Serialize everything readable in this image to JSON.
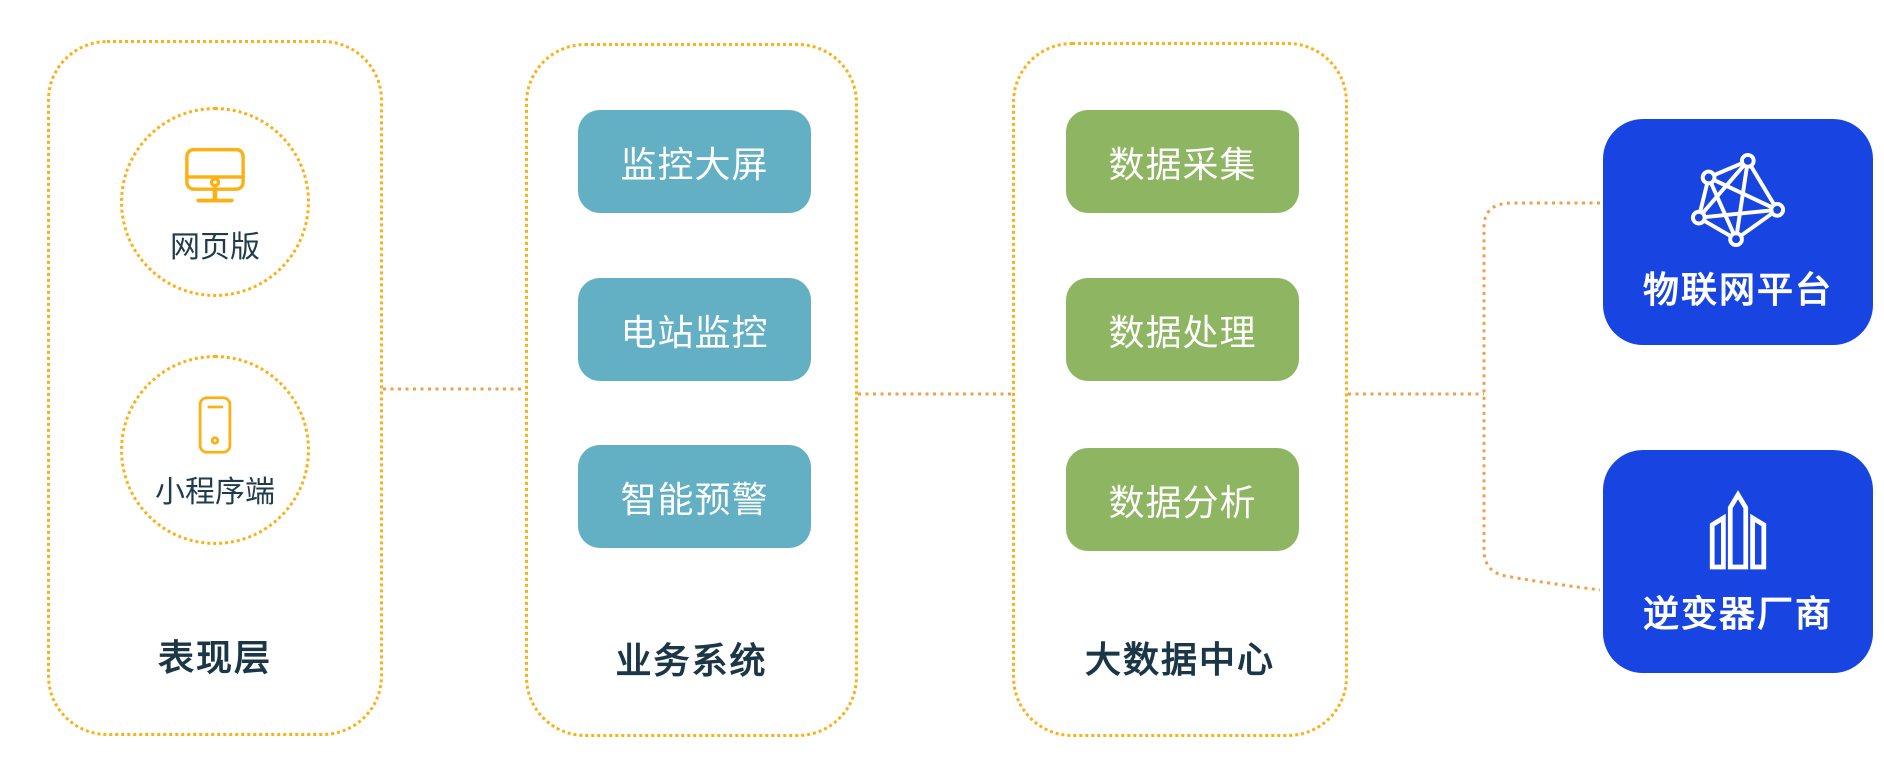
{
  "layers": [
    {
      "label": "表现层",
      "items": [
        {
          "label": "网页版",
          "icon": "monitor-icon"
        },
        {
          "label": "小程序端",
          "icon": "mobile-icon"
        }
      ]
    },
    {
      "label": "业务系统",
      "items": [
        {
          "label": "监控大屏"
        },
        {
          "label": "电站监控"
        },
        {
          "label": "智能预警"
        }
      ]
    },
    {
      "label": "大数据中心",
      "items": [
        {
          "label": "数据采集"
        },
        {
          "label": "数据处理"
        },
        {
          "label": "数据分析"
        }
      ]
    }
  ],
  "external_systems": [
    {
      "label": "物联网平台",
      "icon": "network-graph-icon"
    },
    {
      "label": "逆变器厂商",
      "icon": "building-icon"
    }
  ],
  "colors": {
    "dashed_border_gold": "#FBB116",
    "connector_orange": "#F0A04D",
    "teal_block": "#63AFC4",
    "green_block": "#8EB562",
    "blue_block": "#1845E2",
    "dark_text": "#1A3647",
    "light_text": "#FFFFFF"
  }
}
